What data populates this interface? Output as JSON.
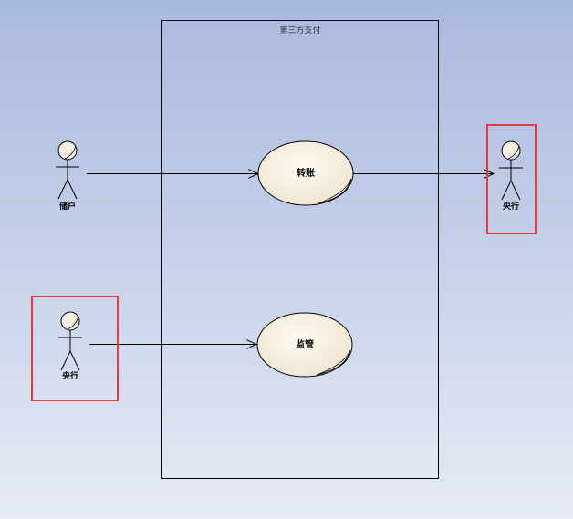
{
  "system_boundary": {
    "title": "第三方支付"
  },
  "actors": {
    "depositor": {
      "label": "储户",
      "icon": "stick-figure-icon"
    },
    "central_bank_left": {
      "label": "央行",
      "icon": "stick-figure-icon",
      "highlighted": true
    },
    "central_bank_right": {
      "label": "央行",
      "icon": "stick-figure-icon",
      "highlighted": true
    }
  },
  "use_cases": {
    "transfer": {
      "label": "转账"
    },
    "supervision": {
      "label": "监管"
    }
  },
  "colors": {
    "highlight": "#e8393c",
    "usecase_fill": "#f7efe2",
    "stroke": "#000000"
  }
}
